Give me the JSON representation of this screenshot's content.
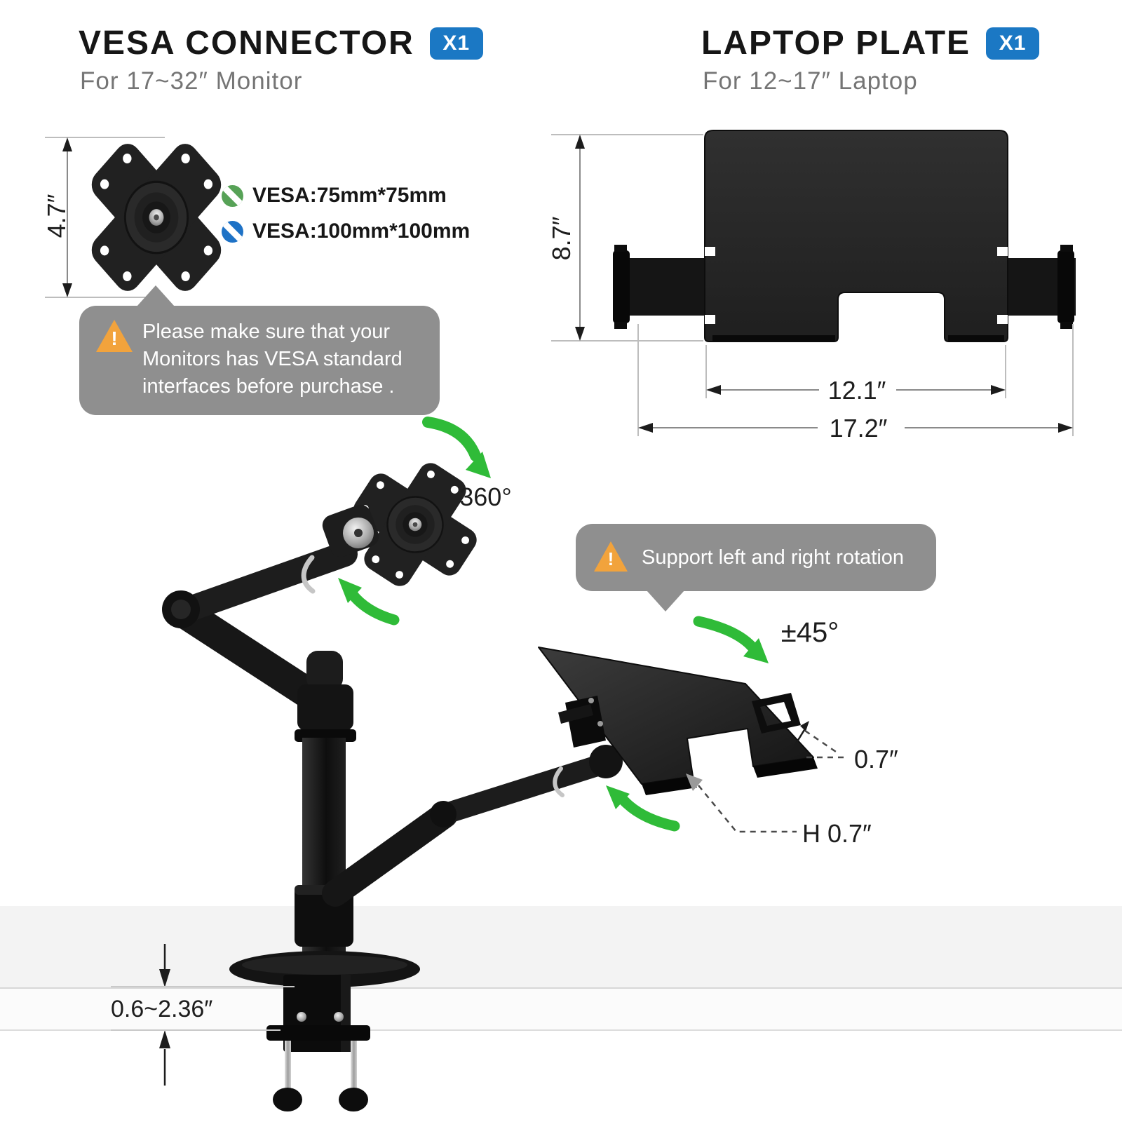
{
  "vesa": {
    "title": "VESA CONNECTOR",
    "badge": "X1",
    "subtitle": "For 17~32″ Monitor",
    "height_label": "4.7″",
    "bullets": [
      {
        "prefix": "VESA",
        "value": ":75mm*75mm"
      },
      {
        "prefix": "VESA",
        "value": ":100mm*100mm"
      }
    ],
    "warning_text": "Please make sure that your\nMonitors has VESA standard\ninterfaces before purchase ."
  },
  "laptop": {
    "title": "LAPTOP PLATE",
    "badge": "X1",
    "subtitle": "For 12~17″ Laptop",
    "height_label": "8.7″",
    "inner_width_label": "12.1″",
    "outer_width_label": "17.2″"
  },
  "assembly": {
    "rotation_label": "360°",
    "swivel_label": "±45°",
    "callout_text": "Support left and right rotation",
    "lip_depth_label": "0.7″",
    "lip_height_label": "H 0.7″",
    "clamp_range_label": "0.6~2.36″"
  },
  "icons": {
    "warning_glyph": "!"
  },
  "colors": {
    "accent_blue": "#1b78c4",
    "callout_gray": "#8f8f8f",
    "warning_orange": "#f2a33c",
    "arrow_green": "#2fbb38",
    "bullet_green": "#57a257",
    "bullet_blue": "#1e72c6",
    "product_black": "#1a1a1a"
  }
}
